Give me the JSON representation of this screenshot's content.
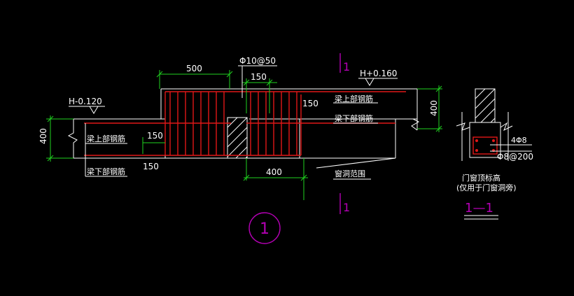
{
  "colors": {
    "background": "#000000",
    "outline": "#ffffff",
    "dimension": "#1fd21f",
    "rebar": "#e01818",
    "section_mark": "#b400b4",
    "text": "#ffffff"
  },
  "elevation_view": {
    "detail_number": "1",
    "left_elevation": "H-0.120",
    "right_elevation": "H+0.160",
    "rebar_callout": "Φ10@50",
    "dims": {
      "top_500": "500",
      "top_150": "150",
      "right_150": "150",
      "inner_150": "150",
      "bottom_150": "150",
      "bottom_400": "400",
      "left_400": "400",
      "right_400": "400"
    },
    "labels": {
      "upper_right": "梁上部钢筋",
      "lower_right": "梁下部钢筋",
      "upper_left": "梁上部钢筋",
      "lower_left": "梁下部钢筋",
      "opening": "窗洞范围"
    },
    "section_marks": {
      "top": "1",
      "bottom": "1"
    }
  },
  "section_view": {
    "title": "1—1",
    "main_bars": "4Φ8",
    "stirrups": "Φ8@200",
    "note_line1": "门窗顶标高",
    "note_line2": "(仅用于门窗洞旁)"
  }
}
